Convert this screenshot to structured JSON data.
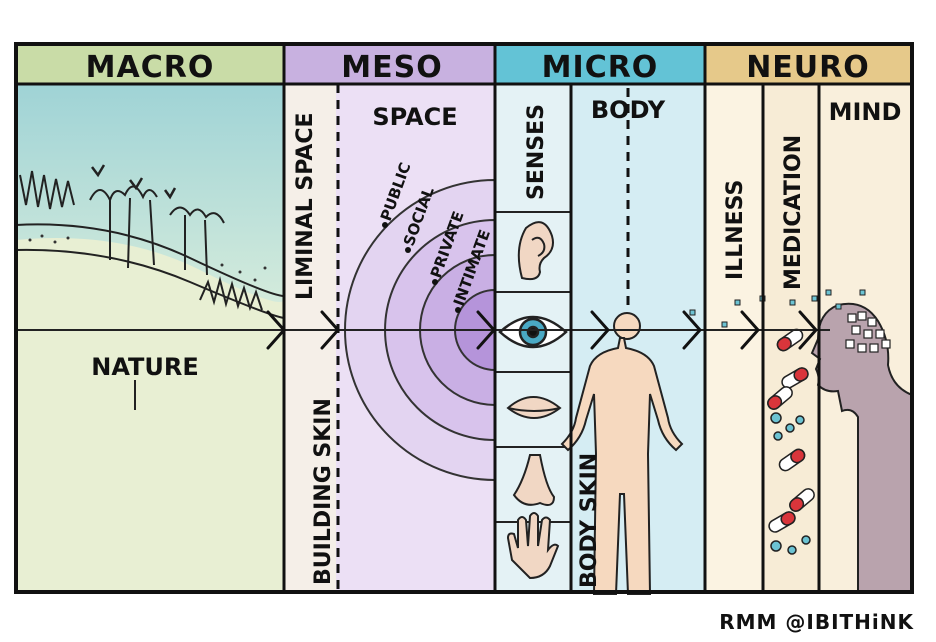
{
  "headers": {
    "macro": "MACRO",
    "meso": "MESO",
    "micro": "MICRO",
    "neuro": "NEURO"
  },
  "labels": {
    "nature": "NATURE",
    "liminal_space": "LIMINAL SPACE",
    "building_skin": "BUILDING SKIN",
    "space": "SPACE",
    "public": "PUBLIC",
    "social": "SOCIAL",
    "private": "PRIVATE",
    "intimate": "INTIMATE",
    "senses": "SENSES",
    "body": "BODY",
    "body_skin": "BODY SKIN",
    "illness": "ILLNESS",
    "medication": "MEDICATION",
    "mind": "MIND"
  },
  "credit": "RMM @IBITHiNK",
  "colors": {
    "macro_header": "#c9dca7",
    "meso_header": "#c8b1e0",
    "micro_header": "#63c3d6",
    "neuro_header": "#e6c98a",
    "sky_top": "#a9d8d8",
    "land": "#e9f0d6",
    "meso_bg": "#ecdff6",
    "micro_bg": "#d7eef3",
    "neuro_bg": "#faf0dc",
    "head_color": "#b9a3ad",
    "body_color": "#f6d9bf"
  }
}
